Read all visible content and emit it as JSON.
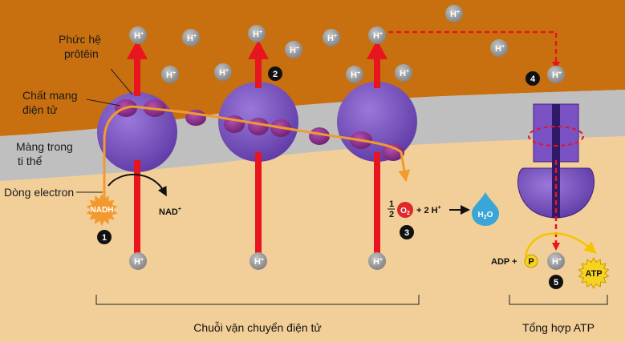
{
  "labels": {
    "protein_complex": [
      "Phức hệ",
      "prôtêin"
    ],
    "electron_carrier": [
      "Chất mang",
      "điện tử"
    ],
    "inner_membrane": [
      "Màng trong",
      "ti thể"
    ],
    "electron_flow": "Dòng electron",
    "nadh": "NADH",
    "nad_plus": "NAD",
    "nad_plus_sup": "+",
    "h_ion": "H",
    "h_ion_sup": "+",
    "half_num": "1",
    "half_den": "2",
    "oxygen": "O",
    "oxygen_sub": "2",
    "plus_two_h": "+ 2 H",
    "plus_two_h_sup": "+",
    "water": "H",
    "water_sub": "2",
    "water_o": "O",
    "adp_plus": "ADP +",
    "phosphate": "P",
    "atp": "ATP",
    "etc_caption": "Chuỗi vận chuyển điện tử",
    "atp_caption": "Tổng hợp ATP"
  },
  "steps": [
    "1",
    "2",
    "3",
    "4",
    "5"
  ],
  "colors": {
    "intermembrane_space": "#c8700f",
    "membrane": "#bfbfbf",
    "matrix": "#f2cf98",
    "protein": "#7b52c4",
    "carrier": "#8e2b8e",
    "proton_arrow": "#e8141e",
    "electron_path": "#f29a2e",
    "ion": "#9c9c9c",
    "atp_star": "#f5d31e",
    "water_drop": "#3aa6d8"
  }
}
